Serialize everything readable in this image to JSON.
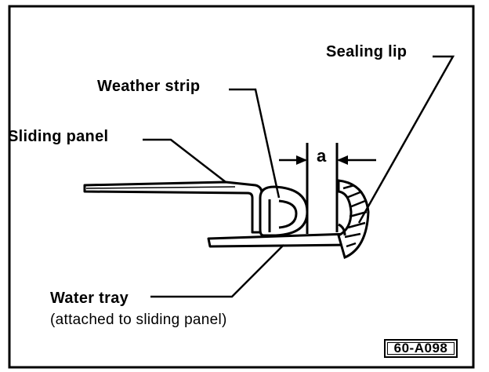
{
  "labels": {
    "sealing_lip": "Sealing lip",
    "weather_strip": "Weather strip",
    "sliding_panel": "Sliding panel",
    "water_tray": "Water tray",
    "water_tray_note": "(attached to sliding panel)",
    "dimension": "a"
  },
  "reference_code": "60-A098"
}
